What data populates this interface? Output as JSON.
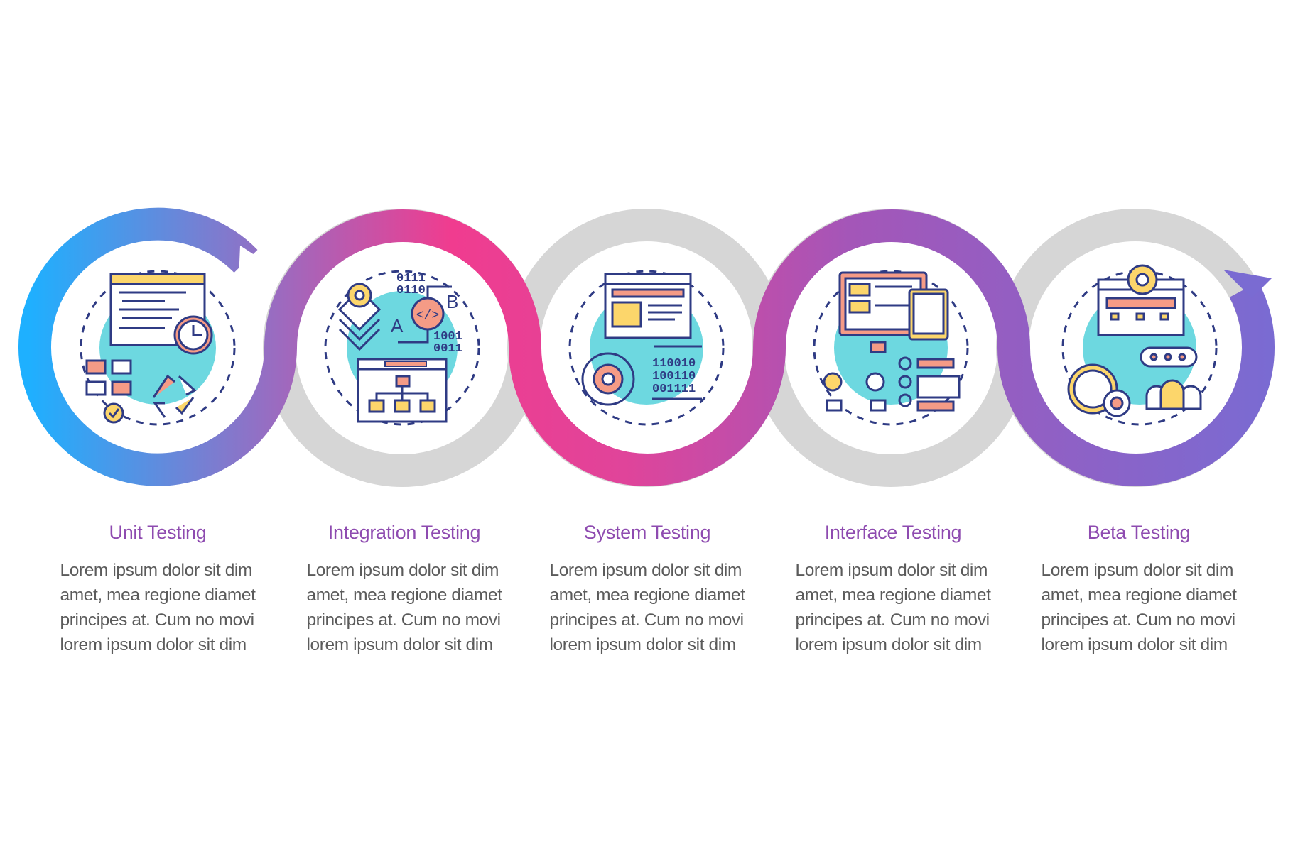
{
  "colors": {
    "ring_grey": "#D6D6D6",
    "gradient": [
      "#1EB0FF",
      "#9B6BC0",
      "#F03C8F",
      "#E0449A",
      "#A456B8",
      "#7A6BD2"
    ],
    "teal": "#6DD8E0",
    "navy": "#2F3B84",
    "salmon": "#F59B86",
    "yellow": "#FCD66B",
    "title": "#8E4BB0",
    "body": "#5B5B5B"
  },
  "steps": [
    {
      "title": "Unit Testing",
      "icon": "unit-testing-icon",
      "lines": [
        "Lorem ipsum dolor sit dim",
        "amet, mea regione diamet",
        "principes at. Cum no movi",
        "lorem ipsum dolor sit dim"
      ]
    },
    {
      "title": "Integration Testing",
      "icon": "integration-testing-icon",
      "icon_text": {
        "bin1": "0111",
        "bin2": "0110",
        "bin3": "1001",
        "bin4": "0011",
        "a": "A",
        "b": "B"
      },
      "lines": [
        "Lorem ipsum dolor sit dim",
        "amet, mea regione diamet",
        "principes at. Cum no movi",
        "lorem ipsum dolor sit dim"
      ]
    },
    {
      "title": "System Testing",
      "icon": "system-testing-icon",
      "icon_text": {
        "bin1": "110010",
        "bin2": "100110",
        "bin3": "001111"
      },
      "lines": [
        "Lorem ipsum dolor sit dim",
        "amet, mea regione diamet",
        "principes at. Cum no movi",
        "lorem ipsum dolor sit dim"
      ]
    },
    {
      "title": "Interface Testing",
      "icon": "interface-testing-icon",
      "lines": [
        "Lorem ipsum dolor sit dim",
        "amet, mea regione diamet",
        "principes at. Cum no movi",
        "lorem ipsum dolor sit dim"
      ]
    },
    {
      "title": "Beta Testing",
      "icon": "beta-testing-icon",
      "lines": [
        "Lorem ipsum dolor sit dim",
        "amet, mea regione diamet",
        "principes at. Cum no movi",
        "lorem ipsum dolor sit dim"
      ]
    }
  ]
}
